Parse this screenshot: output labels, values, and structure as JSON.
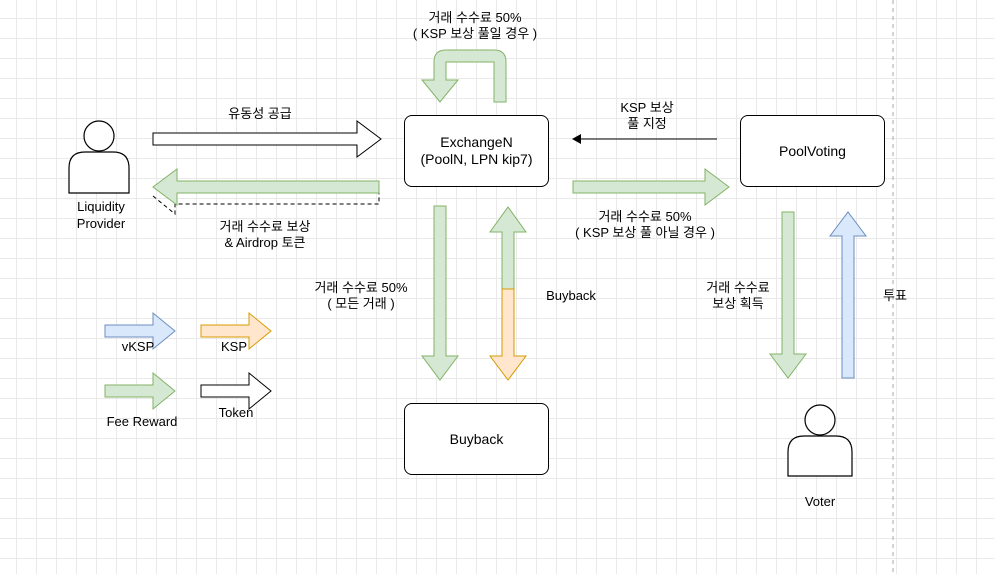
{
  "nodes": {
    "exchange": {
      "line1": "ExchangeN",
      "line2": "(PoolN, LPN kip7)"
    },
    "poolvoting": {
      "label": "PoolVoting"
    },
    "buyback": {
      "label": "Buyback"
    },
    "liquidity_provider": {
      "line1": "Liquidity",
      "line2": "Provider"
    },
    "voter": {
      "label": "Voter"
    }
  },
  "edges": {
    "self_loop": {
      "line1": "거래 수수료 50%",
      "line2": "( KSP 보상 풀일 경우 )"
    },
    "supply": {
      "label": "유동성 공급"
    },
    "reward_to_lp": {
      "line1": "거래 수수료 보상",
      "line2": "& Airdrop 토큰"
    },
    "ksp_reward_pool": {
      "line1": "KSP 보상",
      "line2": "풀 지정"
    },
    "fee_to_poolvoting": {
      "line1": "거래 수수료 50%",
      "line2": "( KSP 보상 풀 아닐 경우 )"
    },
    "fee_to_buyback": {
      "line1": "거래 수수료 50%",
      "line2": "( 모든 거래 )"
    },
    "buyback": {
      "label": "Buyback"
    },
    "fee_to_voter": {
      "line1": "거래 수수료",
      "line2": "보상 획득"
    },
    "vote": {
      "label": "투표"
    }
  },
  "legend": {
    "vksp": "vKSP",
    "ksp": "KSP",
    "fee_reward": "Fee Reward",
    "token": "Token"
  },
  "colors": {
    "green_fill": "#d5e8d4",
    "green_stroke": "#82b366",
    "blue_fill": "#dae8fc",
    "blue_stroke": "#6c8ebf",
    "orange_fill": "#ffe6cc",
    "orange_stroke": "#d79b00"
  }
}
